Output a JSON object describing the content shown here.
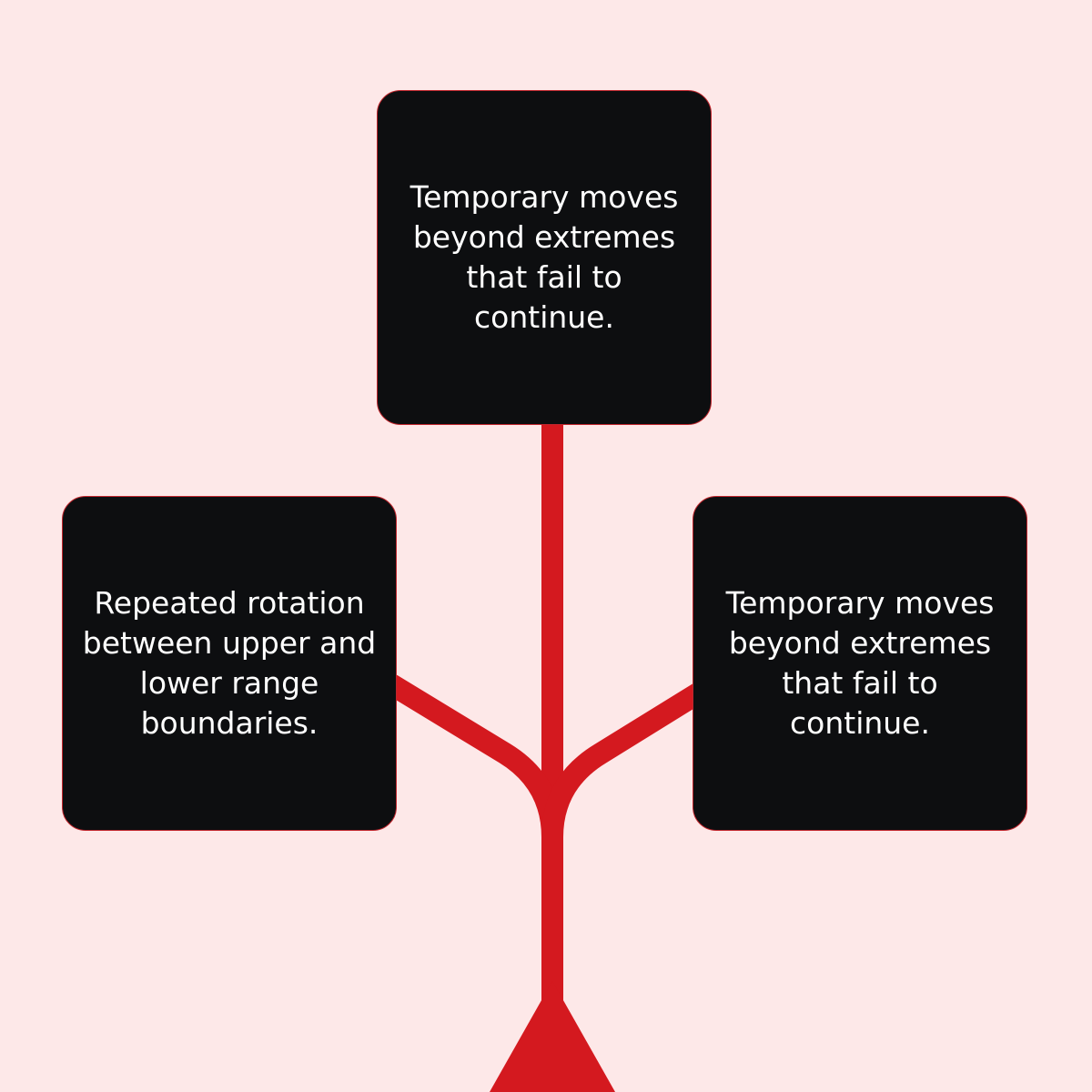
{
  "colors": {
    "background": "#fde8e8",
    "box": "#0d0e10",
    "connector": "#d4191f",
    "text": "#ffffff"
  },
  "boxes": {
    "top": {
      "text": "Temporary moves beyond extremes that fail to continue."
    },
    "left": {
      "text": "Repeated rotation between upper and lower range boundaries."
    },
    "right": {
      "text": "Temporary moves beyond extremes that fail to continue."
    }
  }
}
